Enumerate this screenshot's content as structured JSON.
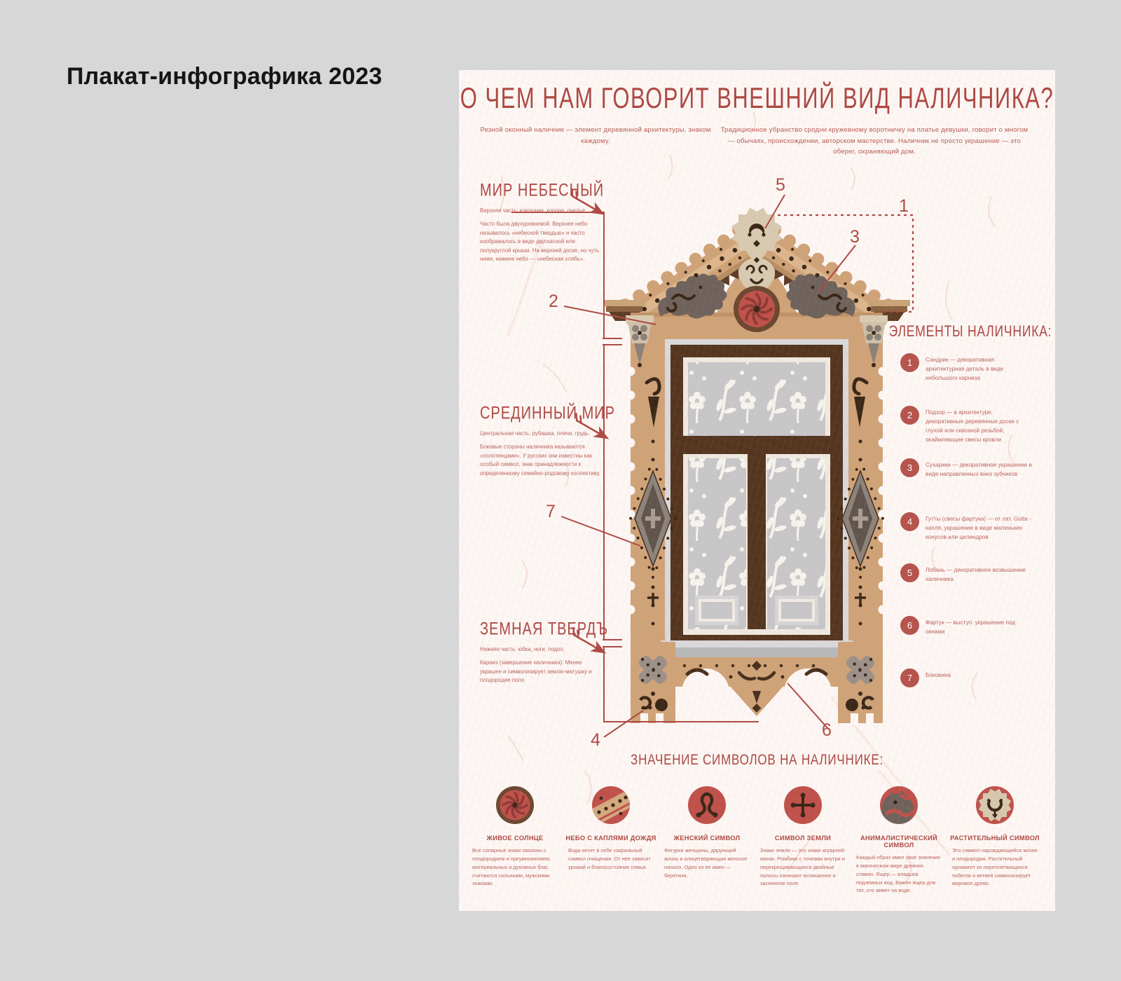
{
  "page": {
    "heading": "Плакат-инфографика 2023"
  },
  "poster": {
    "title": "О ЧЕМ НАМ ГОВОРИТ ВНЕШНИЙ ВИД НАЛИЧНИКА?",
    "intro_left": "Резной оконный наличник — элемент деревянной архитектуры, знаком каждому.",
    "intro_right": "Традиционное убранство сродни кружевному воротничку на платье девушки, говорит о многом — обычаях, происхождении, авторском мастерстве. Наличник не просто украшение — это оберег, охраняющий дом.",
    "worlds": [
      {
        "title": "МИР НЕБЕСНЫЙ",
        "p1": "Верхняя часть: кокошник, корона, очелье.",
        "p2": "Часто была двухуровневой. Верхнее небо называлось «небесной твердью» и часто изображалось в виде двускатной или полукруглой крыши. На верхней доске, но чуть ниже, нижнее небо — «небесная хлябь»."
      },
      {
        "title": "СРЕДИННЫЙ МИР",
        "p1": "Центральная часть: рубашка, плечи, грудь.",
        "p2": "Боковые стороны наличника называются «полотенцами». У русских они известны как особый символ, знак принадлежности к определенному семейно-родовому коллективу."
      },
      {
        "title": "ЗЕМНАЯ ТВЕРДЪ",
        "p1": "Нижняя часть: юбка, ноги, подол.",
        "p2": "Карниз (завершение наличника). Менее украшен и символизирует землю-матушку и плодородие поля."
      }
    ],
    "elements": {
      "title": "ЭЛЕМЕНТЫ НАЛИЧНИКА:",
      "items": [
        {
          "num": "1",
          "text": "Сандрик — декоративная архитектурная деталь в виде небольшого карниза"
        },
        {
          "num": "2",
          "text": "Подзор — в архитектуре, декоративные деревянные доски с глухой или сквозной резьбой, окаймляющие свесы кровли"
        },
        {
          "num": "3",
          "text": "Сухарики — декоративное украшение в виде направленных вниз зубчиков"
        },
        {
          "num": "4",
          "text": "Гутты (свесы фартука) — от лат. Gutta - капля, украшение в виде маленьких конусов или цилиндров"
        },
        {
          "num": "5",
          "text": "Лобань — декоративное возвышение наличника"
        },
        {
          "num": "6",
          "text": "Фартук — выступ: украшение под окнами"
        },
        {
          "num": "7",
          "text": "Боковина"
        }
      ]
    },
    "callouts": {
      "c1": "1",
      "c2": "2",
      "c3": "3",
      "c4": "4",
      "c5": "5",
      "c6": "6",
      "c7": "7"
    },
    "symbols": {
      "title": "ЗНАЧЕНИЕ СИМВОЛОВ НА НАЛИЧНИКЕ:",
      "items": [
        {
          "name": "ЖИВОЕ СОЛНЦЕ",
          "text": "Все солярные знаки связаны с плодородием и преумножением, материальных и духовных благ, считаются сильными, мужскими знаками."
        },
        {
          "name": "НЕБО С КАПЛЯМИ ДОЖДЯ",
          "text": "Вода несет в себе сакральный символ очищения. От нее зависит урожай и благосостояние семьи."
        },
        {
          "name": "ЖЕНСКИЙ СИМВОЛ",
          "text": "Фигурка женщины, дарующей жизнь и олицетворяющая женское начало. Одно из ее имен — берегиня."
        },
        {
          "name": "СИМВОЛ ЗЕМЛИ",
          "text": "Знаки земли — это знаки аграрной магии. Ромбики с точками внутри и перекрещивающиеся двойные полосы означают вспаханное и засеянное поле."
        },
        {
          "name": "АНИМАЛИСТИЧЕСКИЙ СИМВОЛ",
          "text": "Каждый образ имел свое значение в магическом мире древних славян. Ящер — владыка подземных вод. Важен ящер для тех, кто живет на воде."
        },
        {
          "name": "РАСТИТЕЛЬНЫЙ СИМВОЛ",
          "text": "Это символ нарождающейся жизни и плодородия. Растительный орнамент из переплетающихся побегов и ветвей символизирует мировое древо."
        }
      ]
    },
    "colors": {
      "accent_red": "#ad4a44",
      "wood_tan": "#cfa378",
      "dark_brown": "#543620",
      "ornament_gray": "#6e635c",
      "poster_bg": "#fcf7f4",
      "page_bg": "#d7d7d7"
    }
  }
}
